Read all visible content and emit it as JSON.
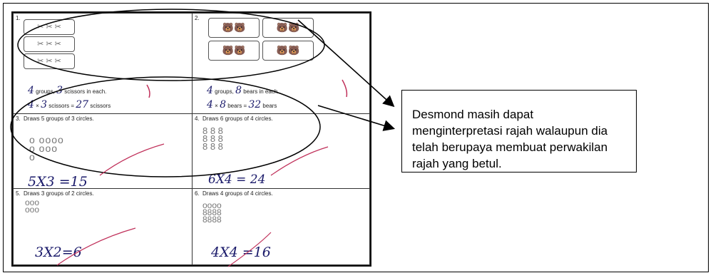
{
  "callout": {
    "text": "Desmond masih dapat menginterpretasi rajah walaupun dia telah berupaya membuat perwakilan rajah yang betul."
  },
  "worksheet": {
    "q1": {
      "num": "1.",
      "answer_groups": "4",
      "text_groups": "groups,",
      "answer_each": "3",
      "text_each": "scissors in each.",
      "eq_a": "4",
      "eq_x": "×",
      "eq_b": "3",
      "eq_label": "scissors =",
      "eq_result": "27",
      "eq_unit": "scissors"
    },
    "q2": {
      "num": "2.",
      "answer_groups": "4",
      "text_groups": "groups,",
      "answer_each": "8",
      "text_each": "bears in each.",
      "eq_a": "4",
      "eq_x": "×",
      "eq_b": "8",
      "eq_label": "bears =",
      "eq_result": "32",
      "eq_unit": "bears"
    },
    "q3": {
      "num": "3.",
      "instruction": "Draws 5 groups of 3 circles.",
      "answer": "5X3 =15"
    },
    "q4": {
      "num": "4.",
      "instruction": "Draws 6 groups of 4 circles.",
      "answer": "6X4 = 24"
    },
    "q5": {
      "num": "5.",
      "instruction": "Draws 3 groups of 2 circles.",
      "answer": "3X2=6"
    },
    "q6": {
      "num": "6.",
      "instruction": "Draws 4 groups of 4 circles.",
      "answer": "4X4 =16"
    }
  },
  "colors": {
    "ink": "#1a1a6a",
    "check_mark": "#c0305a",
    "border": "#000000"
  }
}
